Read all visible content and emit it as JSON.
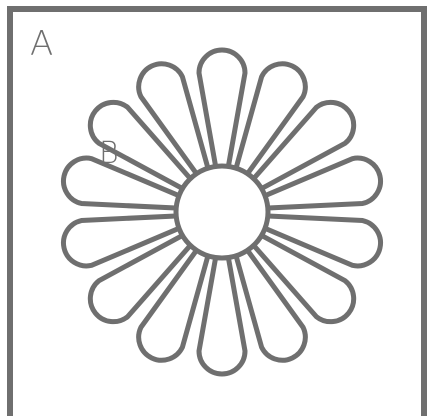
{
  "labels": {
    "a": "A",
    "b": "B"
  },
  "colors": {
    "stroke": "#6f6f6f",
    "fill": "#ffffff",
    "background": "#ffffff"
  },
  "flower": {
    "petal_count": 14,
    "center_shape": "circle"
  }
}
